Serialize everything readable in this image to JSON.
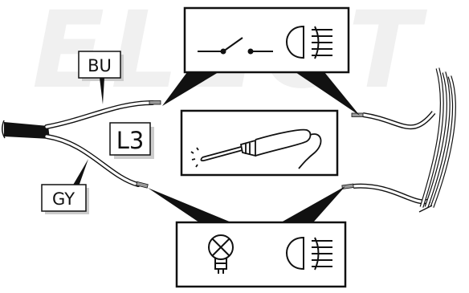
{
  "watermark": "ELECT",
  "labels": {
    "blue_wire": "BU",
    "grey_wire": "GY",
    "circuit": "L3"
  },
  "icons": {
    "top_panel": [
      "switch-icon",
      "headlight-icon"
    ],
    "middle_panel": [
      "soldering-iron-icon"
    ],
    "bottom_panel": [
      "bulb-icon",
      "headlight-icon"
    ]
  },
  "colors": {
    "line": "#111111",
    "background": "#ffffff",
    "watermark": "#f0f0f0"
  }
}
